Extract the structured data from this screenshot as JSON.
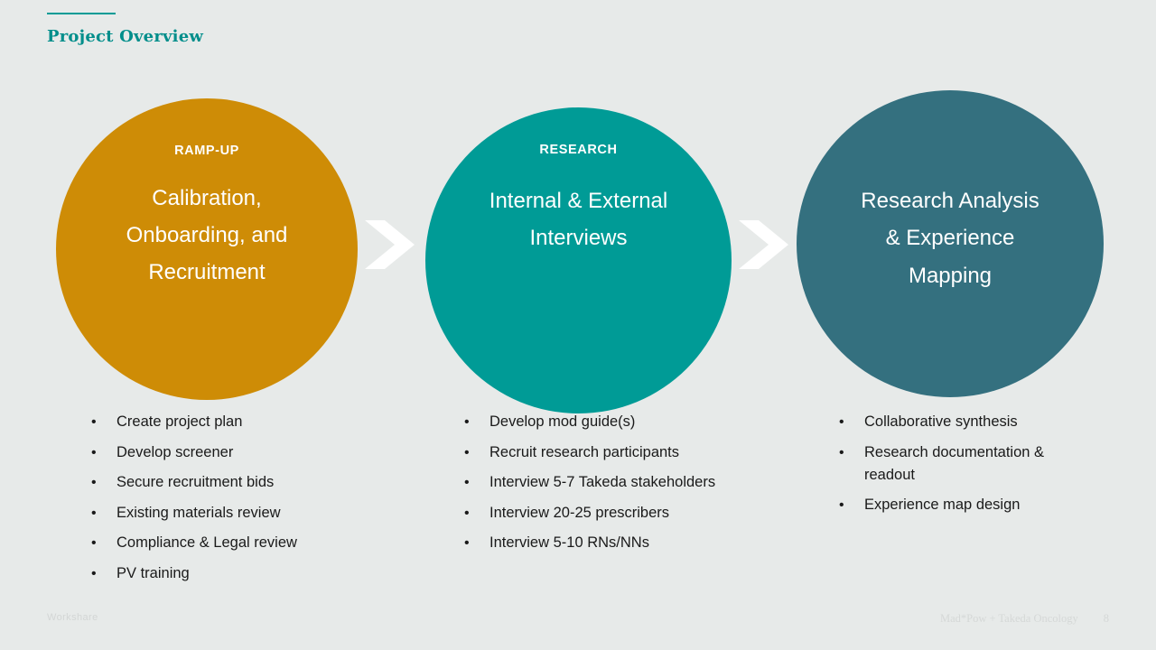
{
  "slide": {
    "title": "Project Overview",
    "background_color": "#e7eae9",
    "accent_color": "#009b96"
  },
  "stages": [
    {
      "kicker": "RAMP-UP",
      "heading": "Calibration,\nOnboarding, and\nRecruitment",
      "color": "#ce8c06",
      "bullets": [
        "Create project plan",
        "Develop screener",
        "Secure recruitment bids",
        "Existing materials review",
        "Compliance & Legal review",
        "PV training"
      ]
    },
    {
      "kicker": "RESEARCH",
      "heading": "Internal & External\nInterviews",
      "color": "#009b96",
      "bullets": [
        "Develop mod guide(s)",
        "Recruit research participants",
        "Interview 5-7 Takeda stakeholders",
        "Interview 20-25 prescribers",
        "Interview 5-10 RNs/NNs"
      ]
    },
    {
      "kicker": "",
      "heading": "Research Analysis\n& Experience\nMapping",
      "color": "#34707f",
      "bullets": [
        "Collaborative synthesis",
        "Research documentation & readout",
        "Experience map design"
      ]
    }
  ],
  "bullet_marker": "•",
  "arrows": [
    {
      "icon": "chevron-right-icon",
      "color": "#ffffff"
    },
    {
      "icon": "chevron-right-icon",
      "color": "#ffffff"
    }
  ],
  "footer": {
    "left_label": "Workshare",
    "brand": "Mad*Pow  +  Takeda Oncology",
    "page_number": "8"
  }
}
